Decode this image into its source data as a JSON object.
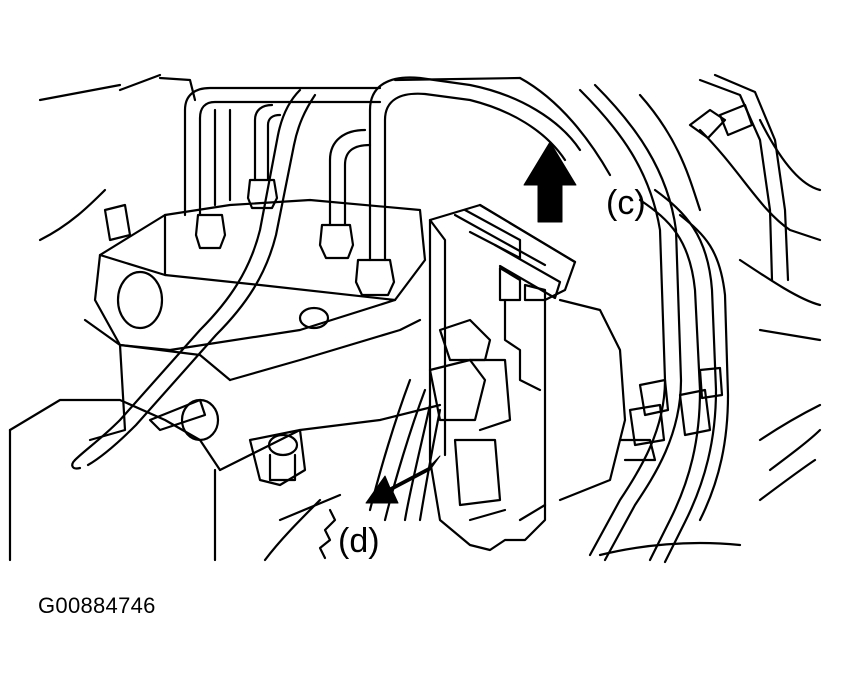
{
  "figure": {
    "callouts": [
      {
        "id": "c",
        "text": "(c)",
        "direction": "up"
      },
      {
        "id": "d",
        "text": "(d)",
        "direction": "down-left"
      }
    ],
    "figure_code": "G00884746"
  },
  "colors": {
    "ink": "#000000",
    "paper": "#ffffff"
  },
  "icons": [
    "arrow-up-icon",
    "arrow-down-left-icon"
  ]
}
